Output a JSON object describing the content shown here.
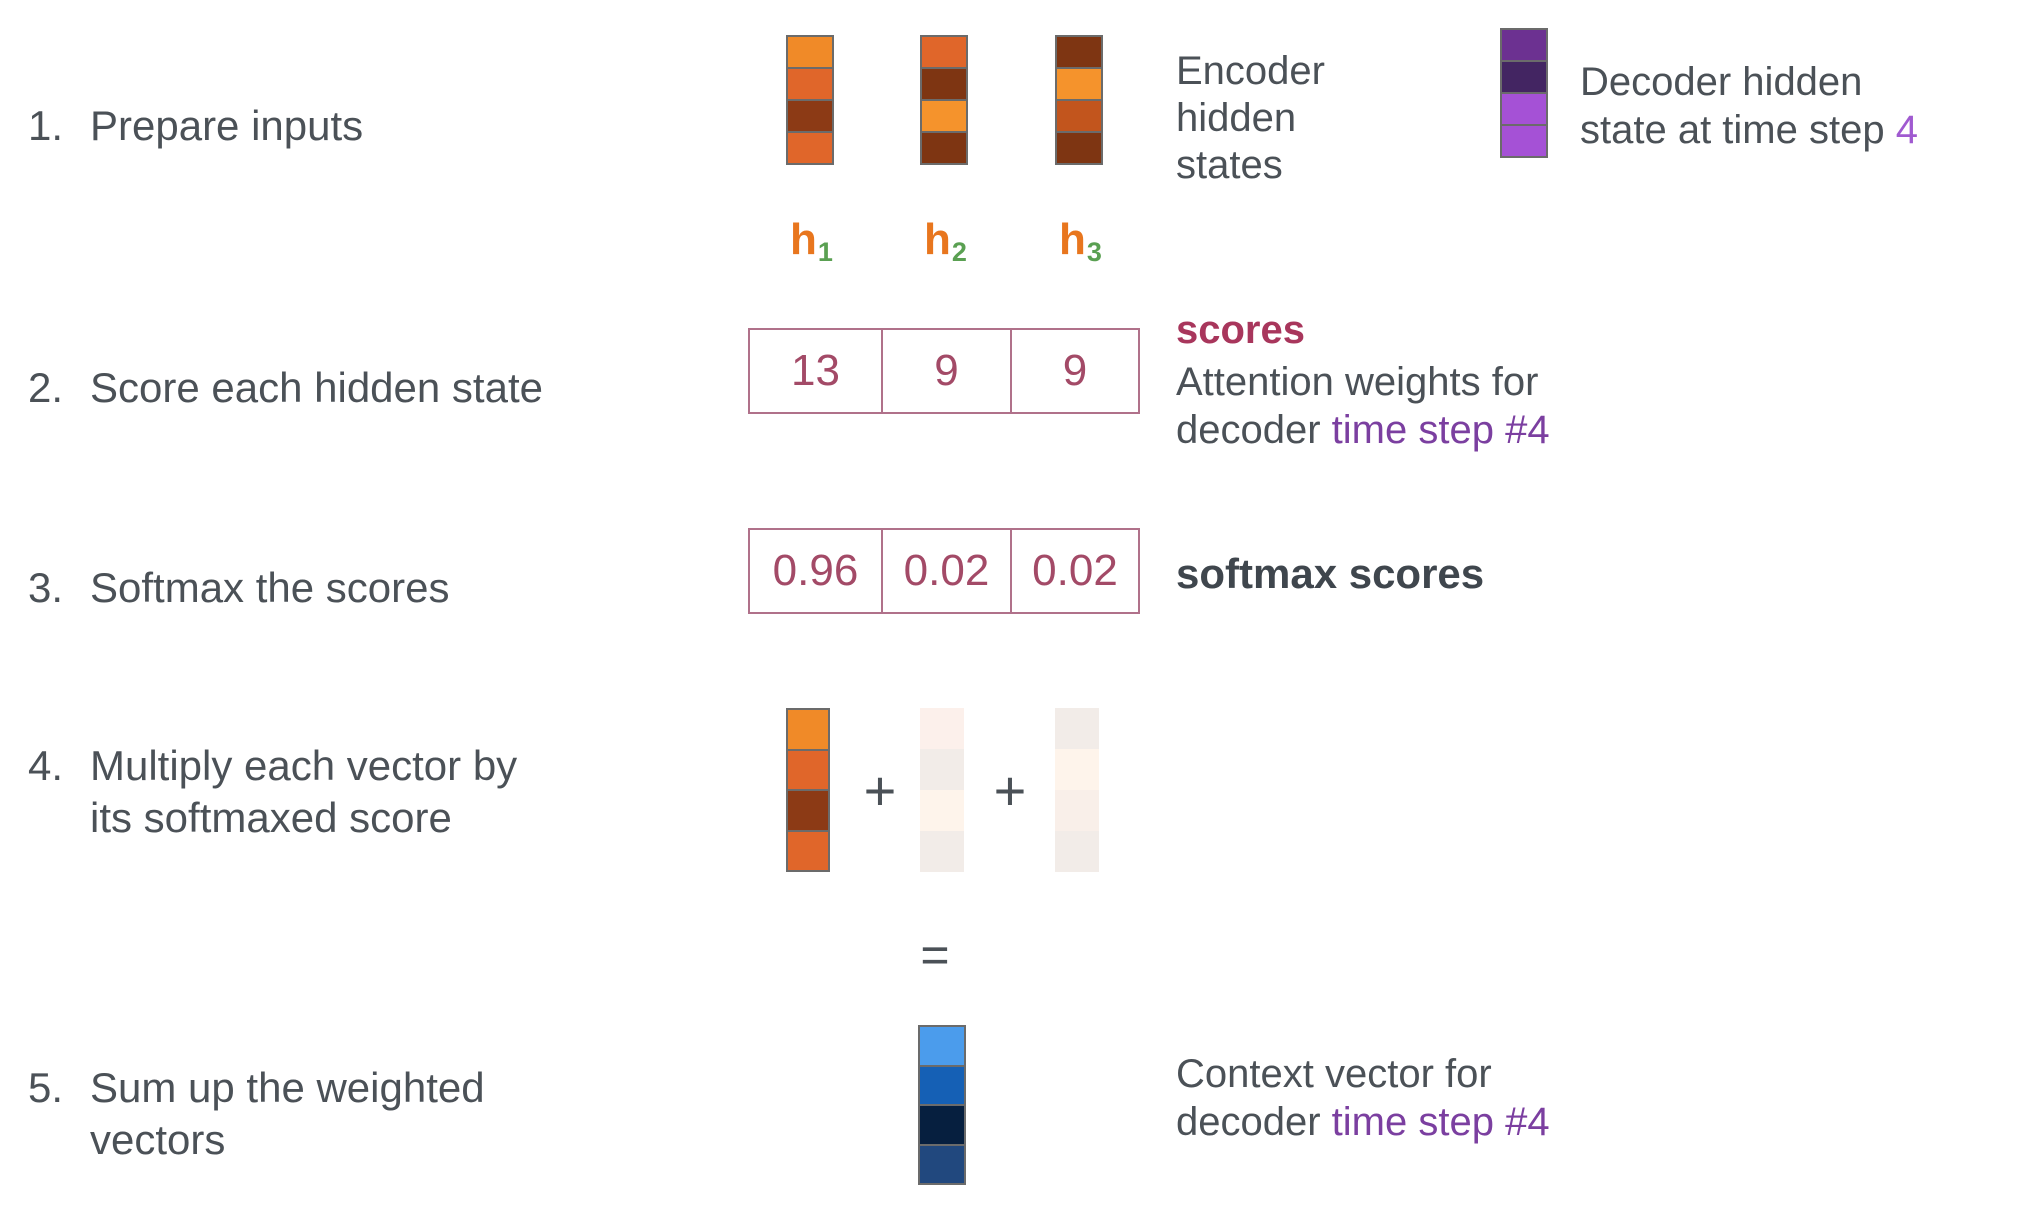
{
  "diagram": {
    "title": "Attention mechanism step-by-step",
    "background": "#ffffff",
    "text_color": "#4b5157",
    "accent_purple": "#7b3fa0",
    "accent_purple_light": "#a05ad0",
    "accent_maroon": "#a8365c",
    "accent_orange": "#e8761e",
    "accent_green": "#5aa052",
    "score_border": "#b0718a"
  },
  "steps": [
    {
      "number": "1.",
      "text": "Prepare inputs"
    },
    {
      "number": "2.",
      "text": "Score each hidden state"
    },
    {
      "number": "3.",
      "text": "Softmax the scores"
    },
    {
      "number": "4.",
      "text": "Multiply each vector by\nits softmaxed score"
    },
    {
      "number": "5.",
      "text": "Sum up the weighted\nvectors"
    }
  ],
  "encoder": {
    "label": "Encoder\nhidden\nstates",
    "vectors": [
      {
        "name": "h1",
        "label_base": "h",
        "label_sub": "1",
        "cells": [
          "#f08a28",
          "#e0662a",
          "#8c3a15",
          "#e0662a"
        ]
      },
      {
        "name": "h2",
        "label_base": "h",
        "label_sub": "2",
        "cells": [
          "#e0662a",
          "#7e3512",
          "#f5932c",
          "#7e3512"
        ]
      },
      {
        "name": "h3",
        "label_base": "h",
        "label_sub": "3",
        "cells": [
          "#7e3512",
          "#f5932c",
          "#c2551d",
          "#7e3512"
        ]
      }
    ]
  },
  "decoder": {
    "label_prefix": "Decoder hidden\nstate at time step ",
    "label_timestep": "4",
    "cells": [
      "#6c3191",
      "#432562",
      "#a551d6",
      "#a551d6"
    ]
  },
  "scores": {
    "values": [
      "13",
      "9",
      "9"
    ],
    "title": "scores",
    "description_prefix": "Attention weights for\ndecoder ",
    "description_accent": "time step #4"
  },
  "softmax": {
    "values": [
      "0.96",
      "0.02",
      "0.02"
    ],
    "title": "softmax scores"
  },
  "weighted": {
    "operator": "+",
    "equals": "=",
    "vectors": [
      {
        "name": "weighted-h1",
        "opacity": 1,
        "cells": [
          "#f08a28",
          "#e0662a",
          "#8c3a15",
          "#e0662a"
        ]
      },
      {
        "name": "weighted-h2",
        "opacity": 0.09,
        "cells": [
          "#e0662a",
          "#7e3512",
          "#f5932c",
          "#7e3512"
        ]
      },
      {
        "name": "weighted-h3",
        "opacity": 0.09,
        "cells": [
          "#7e3512",
          "#f5932c",
          "#c2551d",
          "#7e3512"
        ]
      }
    ]
  },
  "context": {
    "cells": [
      "#4b9cec",
      "#1560b5",
      "#061f3f",
      "#21487e"
    ],
    "label_prefix": "Context vector for\ndecoder ",
    "label_accent": "time step #4"
  }
}
